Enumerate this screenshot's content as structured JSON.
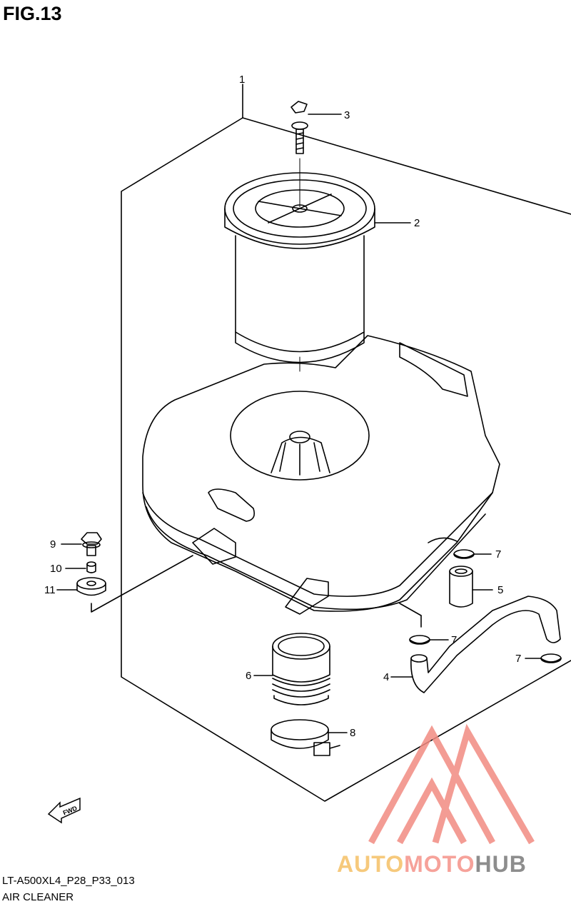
{
  "figure": {
    "title": "FIG.13"
  },
  "callouts": {
    "c1": "1",
    "c2": "2",
    "c3": "3",
    "c4": "4",
    "c5": "5",
    "c6": "6",
    "c7a": "7",
    "c7b": "7",
    "c7c": "7",
    "c8": "8",
    "c9": "9",
    "c10": "10",
    "c11": "11"
  },
  "fwd_arrow_label": "FWD",
  "footer": {
    "model_code": "LT-A500XL4_P28_P33_013",
    "section_name": "AIR CLEANER"
  },
  "watermark": {
    "part_a": "AUTO",
    "part_b": "MOTO",
    "part_c": "HUB",
    "colors": {
      "auto": "#f6c97c",
      "moto": "#f6a29a",
      "hub": "#8d8d8d",
      "triangle": "#f28b82"
    }
  }
}
